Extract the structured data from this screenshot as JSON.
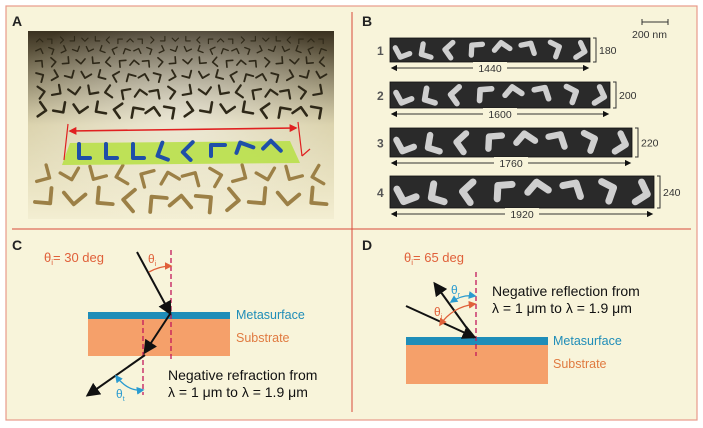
{
  "panels": {
    "a": {
      "label": "A"
    },
    "b": {
      "label": "B",
      "scale_bar": "200 nm",
      "rows": [
        {
          "index": "1",
          "width": "1440",
          "height": "180"
        },
        {
          "index": "2",
          "width": "1600",
          "height": "200"
        },
        {
          "index": "3",
          "width": "1760",
          "height": "220"
        },
        {
          "index": "4",
          "width": "1920",
          "height": "240"
        }
      ]
    },
    "c": {
      "label": "C",
      "theta_i": "θ",
      "theta_i_sub": "i",
      "theta_i_value": "= 30 deg",
      "angle_i": "θ",
      "angle_i_sub": "i",
      "angle_t": "θ",
      "angle_t_sub": "t",
      "metasurface": "Metasurface",
      "substrate": "Substrate",
      "caption_line1": "Negative refraction from",
      "caption_line2": "λ = 1 μm to λ = 1.9 μm"
    },
    "d": {
      "label": "D",
      "theta_i": "θ",
      "theta_i_sub": "i",
      "theta_i_value": "= 65 deg",
      "angle_i": "θ",
      "angle_i_sub": "i",
      "angle_r": "θ",
      "angle_r_sub": "r",
      "metasurface": "Metasurface",
      "substrate": "Substrate",
      "caption_line1": "Negative reflection from",
      "caption_line2": "λ = 1 μm to λ = 1.9 μm"
    }
  },
  "colors": {
    "background": "#f8f4da",
    "frame": "#e89a8a",
    "divider": "#d94a3a",
    "angle_red": "#e0603a",
    "angle_blue": "#2a9bd0",
    "metasurface": "#1f8db8",
    "substrate": "#f5a06a",
    "highlight": "#b9e04a",
    "antenna_gold": "#9c8046",
    "antenna_blue": "#1f4fa8"
  }
}
